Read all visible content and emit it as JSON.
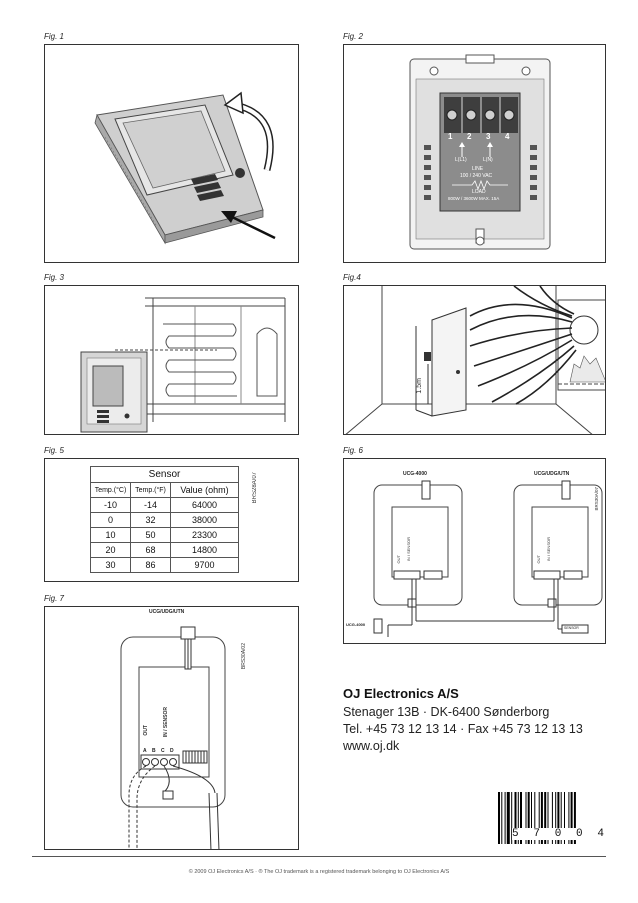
{
  "figures": {
    "fig1": "Fig. 1",
    "fig2": "Fig. 2",
    "fig3": "Fig. 3",
    "fig4": "Fig.4",
    "fig5": "Fig. 5",
    "fig6": "Fig. 6",
    "fig7": "Fig. 7"
  },
  "fig2_terminal": {
    "numbers": [
      "1",
      "2",
      "3",
      "4"
    ],
    "l_labels": [
      "L(L1)",
      "L(N)"
    ],
    "line": "LINE",
    "voltage": "100 / 240 VAC",
    "load": "LOAD",
    "load_rating": "800W / 3600W  MAX. 15A"
  },
  "fig4": {
    "height_label": "1.5m"
  },
  "fig5": {
    "code": "BRS28A/07",
    "sensor_header": "Sensor",
    "col_c": "Temp.(°C)",
    "col_f": "Temp.(°F)",
    "col_value": "Value (ohm)",
    "rows": [
      [
        "-10",
        "-14",
        "64000"
      ],
      [
        "0",
        "32",
        "38000"
      ],
      [
        "10",
        "50",
        "23300"
      ],
      [
        "20",
        "68",
        "14800"
      ],
      [
        "30",
        "86",
        "9700"
      ]
    ]
  },
  "fig6": {
    "left_title": "UCG-4000",
    "right_title": "UCG/UDG/UTN",
    "code": "BRS30A/07",
    "out": "OUT",
    "in_sensor": "IN / SENSOR",
    "side_unit": "UCG-4000",
    "sensor_tag": "SENSOR"
  },
  "fig7": {
    "title": "UCG/UDG/UTN",
    "code": "BRS30A/02",
    "out": "OUT",
    "in_sensor": "IN / SENSOR",
    "terminals": [
      "A",
      "B",
      "C",
      "D"
    ]
  },
  "contact": {
    "company": "OJ Electronics A/S",
    "address": "Stenager 13B · DK-6400 Sønderborg",
    "phone": "Tel. +45 73 12 13 14 · Fax +45 73 12 13 13",
    "web": "www.oj.dk"
  },
  "barcode": {
    "digits": [
      "5",
      "7",
      "0",
      "0",
      "4"
    ]
  },
  "footer": "© 2009 OJ Electronics A/S  ·  ® The OJ trademark is a registered trademark belonging to OJ Electronics A/S"
}
